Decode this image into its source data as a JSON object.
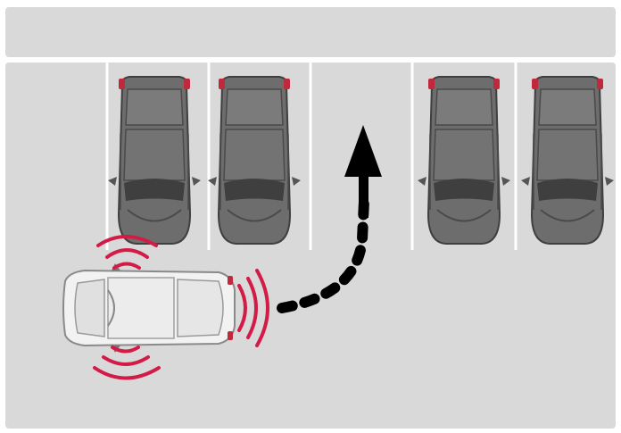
{
  "scene": {
    "description_free": true,
    "colors": {
      "background": "#d9d9d9",
      "frame": "#ffffff",
      "lane_lines": "#ffffff",
      "parked_car_body": "#6d6d6d",
      "parked_car_dark": "#3f3f3f",
      "tail_light": "#c0283b",
      "ego_car_body": "#f2f2f2",
      "ego_car_outline": "#8a8a8a",
      "sensor_waves": "#d21c47",
      "path_arrow": "#000000"
    },
    "parking_spaces": [
      {
        "slot": 1,
        "occupied": true
      },
      {
        "slot": 2,
        "occupied": true
      },
      {
        "slot": 3,
        "occupied": false
      },
      {
        "slot": 4,
        "occupied": true
      },
      {
        "slot": 5,
        "occupied": true
      }
    ],
    "icons": {
      "ego_car": "car-top-view-icon",
      "parked_car": "car-top-view-icon",
      "sensor": "ultrasonic-sensor-waves-icon",
      "path": "dashed-curved-arrow-icon"
    }
  }
}
